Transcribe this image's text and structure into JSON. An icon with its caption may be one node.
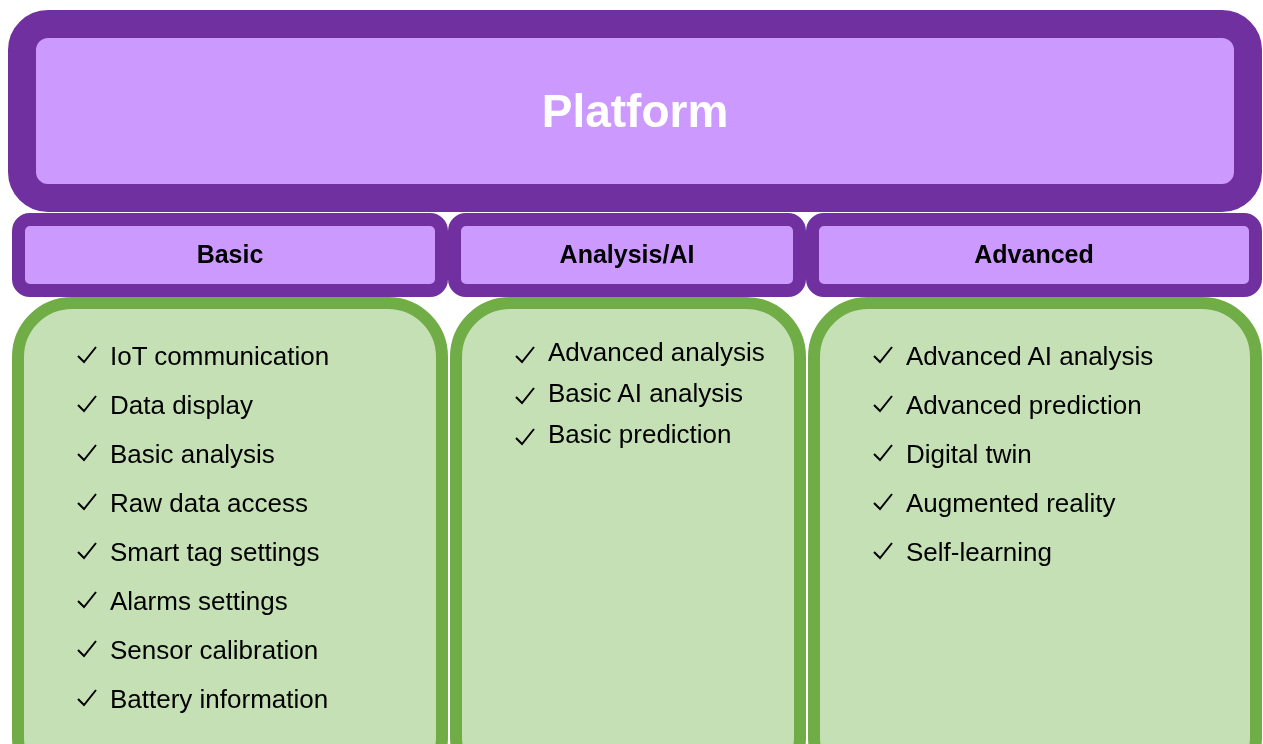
{
  "diagram": {
    "nodes": [
      {
        "text": [
          "Platform"
        ]
      },
      {
        "text": [
          "Basic"
        ]
      },
      {
        "text": [
          "Analysis/AI"
        ]
      },
      {
        "text": [
          "Advanced"
        ]
      },
      {
        "text": [
          "IoT communication",
          "Data display",
          "Basic analysis",
          "Raw data access",
          "Smart tag settings",
          "Alarms settings",
          "Sensor calibration",
          "Battery information"
        ]
      },
      {
        "text": [
          "Advanced analysis",
          "Basic AI analysis",
          "Basic prediction"
        ]
      },
      {
        "text": [
          "Advanced AI analysis",
          "Advanced prediction",
          "Digital twin",
          "Augmented reality",
          "Self-learning"
        ]
      }
    ]
  }
}
